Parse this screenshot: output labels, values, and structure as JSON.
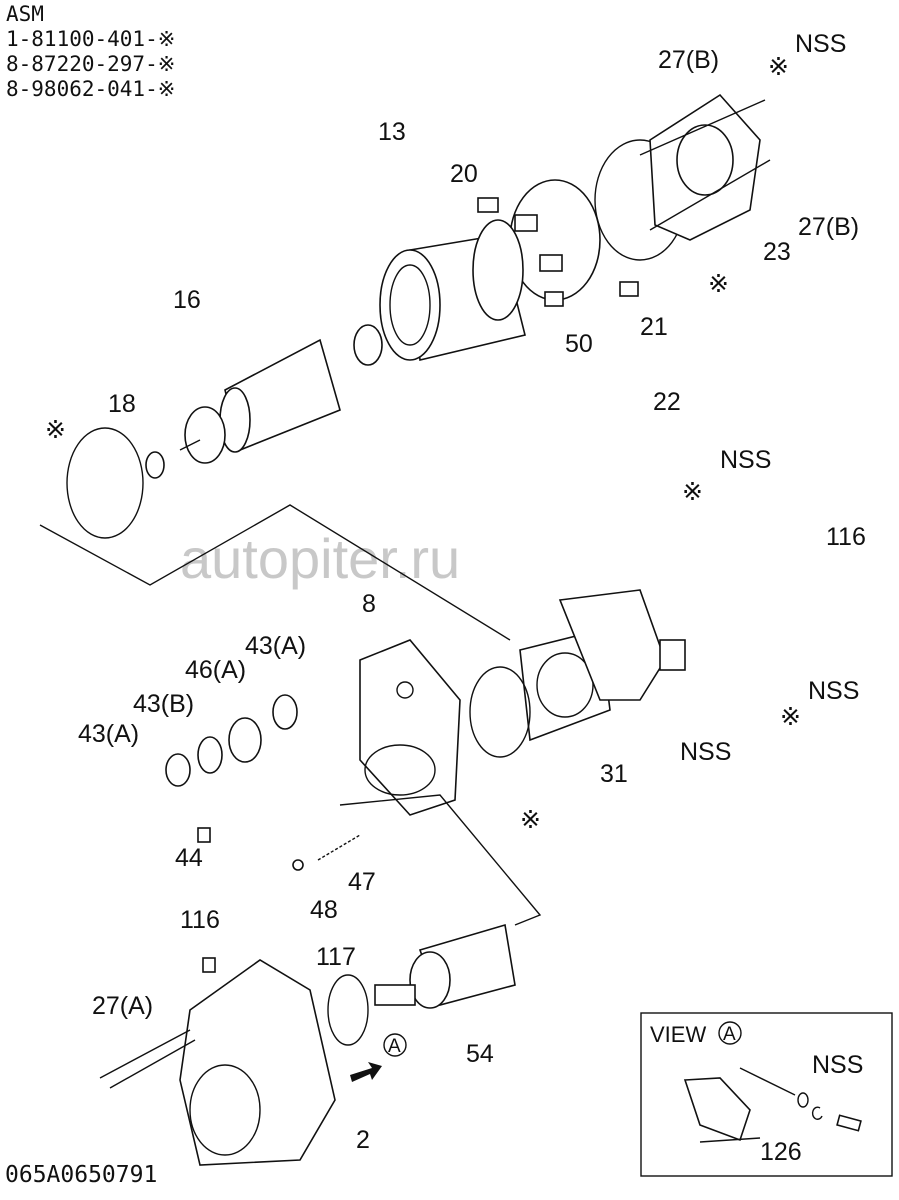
{
  "header": {
    "title": "ASM",
    "part_numbers": [
      "1-81100-401-※",
      "8-87220-297-※",
      "8-98062-041-※"
    ]
  },
  "callouts": {
    "c27b_top": "27(B)",
    "nss_top": "NSS",
    "ast_top": "※",
    "c27b_right": "27(B)",
    "c23": "23",
    "ast_23": "※",
    "c13": "13",
    "c20": "20",
    "c21": "21",
    "c50": "50",
    "c22": "22",
    "c16": "16",
    "c18": "18",
    "ast_18": "※",
    "nss_mid": "NSS",
    "ast_mid": "※",
    "c116_right": "116",
    "c8": "8",
    "c43a_top": "43(A)",
    "c46a": "46(A)",
    "c43b": "43(B)",
    "c43a_left": "43(A)",
    "nss_right": "NSS",
    "nss_bottom": "NSS",
    "ast_right": "※",
    "c31": "31",
    "ast_31": "※",
    "c44": "44",
    "c47": "47",
    "c48": "48",
    "c116_left": "116",
    "c117": "117",
    "c27a": "27(A)",
    "view_marker": "A",
    "c54": "54",
    "c2": "2"
  },
  "inset": {
    "title": "VIEW",
    "marker": "A",
    "nss": "NSS",
    "c126": "126"
  },
  "footer": {
    "drawing_number": "065A0650791"
  },
  "watermark": "autopiter.ru"
}
